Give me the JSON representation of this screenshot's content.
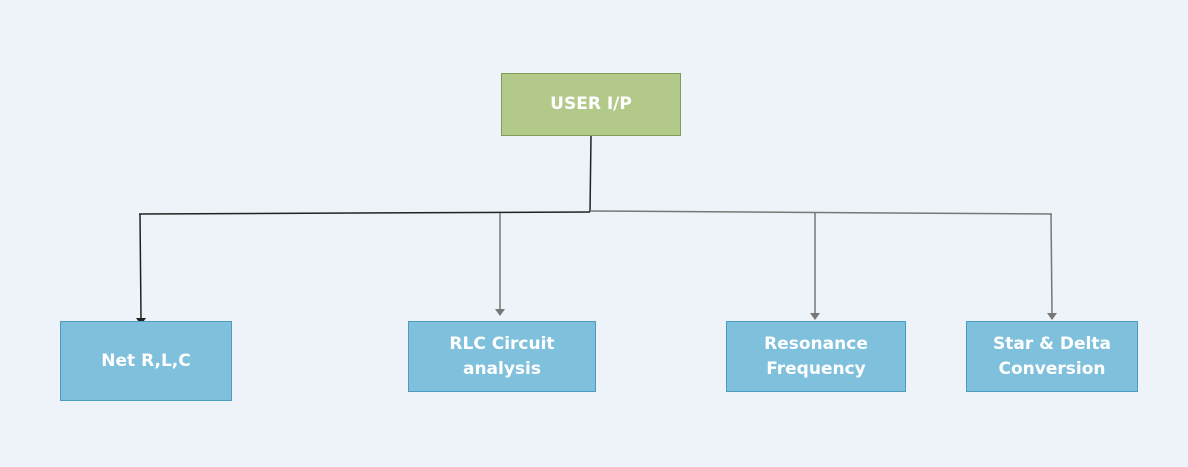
{
  "diagram": {
    "root": {
      "label": "USER I/P"
    },
    "children": [
      {
        "lines": [
          "Net R,L,C"
        ]
      },
      {
        "lines": [
          "RLC Circuit",
          "analysis"
        ]
      },
      {
        "lines": [
          "Resonance",
          "Frequency"
        ]
      },
      {
        "lines": [
          "Star & Delta",
          "Conversion"
        ]
      }
    ]
  },
  "colors": {
    "background": "#eef2f9",
    "root_fill": "#b3c98a",
    "root_border": "#7f9d54",
    "child_fill": "#7fc0dd",
    "child_border": "#4b9cc0",
    "connector_dark": "#222222",
    "connector_gray": "#777777"
  }
}
